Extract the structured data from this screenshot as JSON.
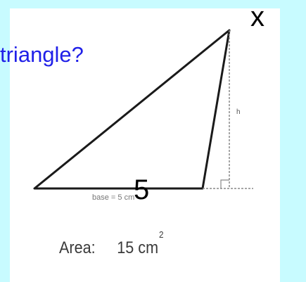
{
  "question": {
    "text": "triangle?"
  },
  "diagram": {
    "vertex_label": "x",
    "base_caption": "base = 5 cm",
    "height_label": "h",
    "base_value": "5",
    "area_label": "Area:",
    "area_value": "15 cm",
    "area_exponent": "2"
  },
  "colors": {
    "background": "#c8fbff",
    "question_text": "#2020e8",
    "triangle_stroke": "#1a1a1a",
    "dashed_line": "#888888"
  }
}
